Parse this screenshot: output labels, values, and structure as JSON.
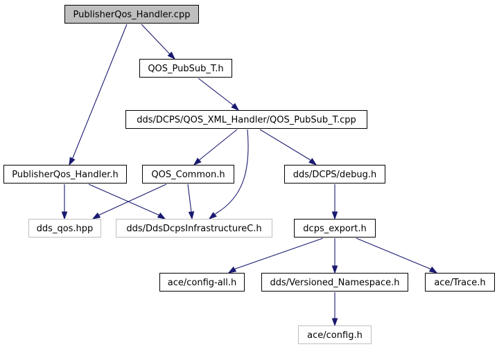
{
  "diagram": {
    "type": "include-dependency-graph",
    "colors": {
      "edge": "#191970",
      "root_fill": "#bfbfbf",
      "node_fill": "#ffffff",
      "node_border": "#000000",
      "external_border": "#bfbfbf",
      "text": "#000000"
    },
    "nodes": [
      {
        "id": "n0",
        "label": "PublisherQos_Handler.cpp",
        "style": "root"
      },
      {
        "id": "n1",
        "label": "QOS_PubSub_T.h",
        "style": "normal"
      },
      {
        "id": "n2",
        "label": "dds/DCPS/QOS_XML_Handler/QOS_PubSub_T.cpp",
        "style": "normal"
      },
      {
        "id": "n3",
        "label": "PublisherQos_Handler.h",
        "style": "normal"
      },
      {
        "id": "n4",
        "label": "QOS_Common.h",
        "style": "normal"
      },
      {
        "id": "n5",
        "label": "dds/DCPS/debug.h",
        "style": "normal"
      },
      {
        "id": "n6",
        "label": "dds_qos.hpp",
        "style": "external"
      },
      {
        "id": "n7",
        "label": "dds/DdsDcpsInfrastructureC.h",
        "style": "external"
      },
      {
        "id": "n8",
        "label": "dcps_export.h",
        "style": "normal"
      },
      {
        "id": "n9",
        "label": "ace/config-all.h",
        "style": "normal"
      },
      {
        "id": "n10",
        "label": "dds/Versioned_Namespace.h",
        "style": "normal"
      },
      {
        "id": "n11",
        "label": "ace/Trace.h",
        "style": "normal"
      },
      {
        "id": "n12",
        "label": "ace/config.h",
        "style": "external"
      }
    ],
    "edges": [
      {
        "from": "n0",
        "to": "n1"
      },
      {
        "from": "n0",
        "to": "n3"
      },
      {
        "from": "n1",
        "to": "n2"
      },
      {
        "from": "n2",
        "to": "n4"
      },
      {
        "from": "n2",
        "to": "n7"
      },
      {
        "from": "n2",
        "to": "n5"
      },
      {
        "from": "n3",
        "to": "n6"
      },
      {
        "from": "n3",
        "to": "n7"
      },
      {
        "from": "n4",
        "to": "n6"
      },
      {
        "from": "n4",
        "to": "n7"
      },
      {
        "from": "n5",
        "to": "n8"
      },
      {
        "from": "n8",
        "to": "n9"
      },
      {
        "from": "n8",
        "to": "n10"
      },
      {
        "from": "n8",
        "to": "n11"
      },
      {
        "from": "n10",
        "to": "n12"
      }
    ]
  }
}
